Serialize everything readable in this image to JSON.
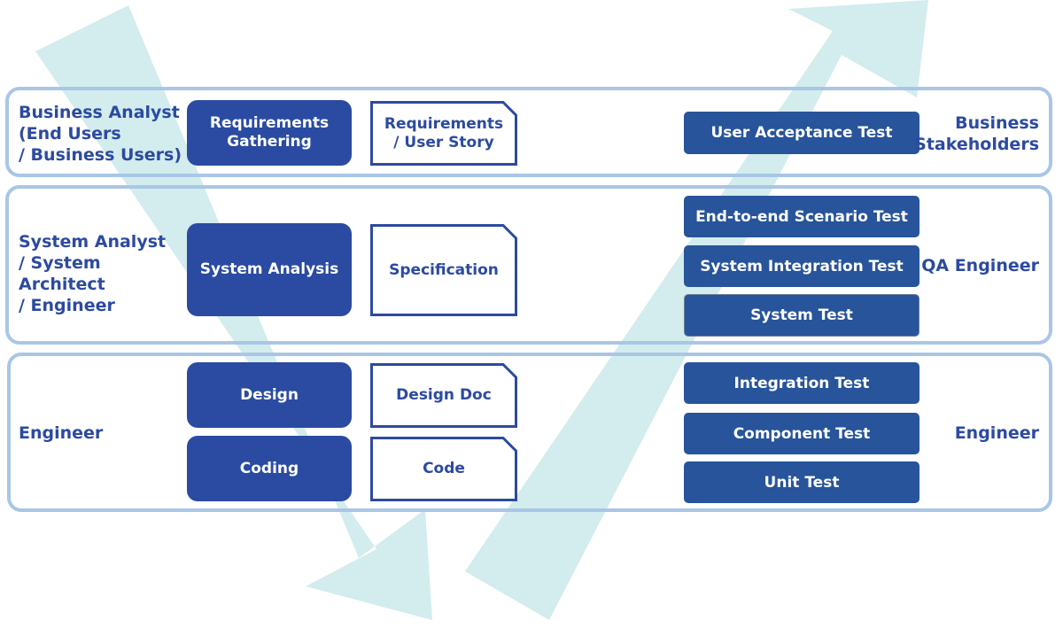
{
  "colors": {
    "arrow": "#d3ecee",
    "band_border": "#a9c6e6",
    "process_fill": "#2a4ba1",
    "test_fill": "#27549a",
    "text_blue": "#2c4aa0",
    "doc_border": "#2c4aa0"
  },
  "business": {
    "role_left": "Business Analyst\n(End Users\n/ Business Users)",
    "process": "Requirements\nGathering",
    "document": "Requirements\n/ User Story",
    "tests": [
      "User Acceptance Test"
    ],
    "role_right": "Business\nStakeholders"
  },
  "system": {
    "role_left": "System Analyst\n/ System Architect\n/ Engineer",
    "process": "System Analysis",
    "document": "Specification",
    "tests": [
      "End-to-end Scenario Test",
      "System Integration Test",
      "System Test"
    ],
    "role_right": "QA Engineer"
  },
  "engineering": {
    "role_left": "Engineer",
    "processes": [
      "Design",
      "Coding"
    ],
    "documents": [
      "Design Doc",
      "Code"
    ],
    "tests": [
      "Integration Test",
      "Component Test",
      "Unit Test"
    ],
    "role_right": "Engineer"
  }
}
